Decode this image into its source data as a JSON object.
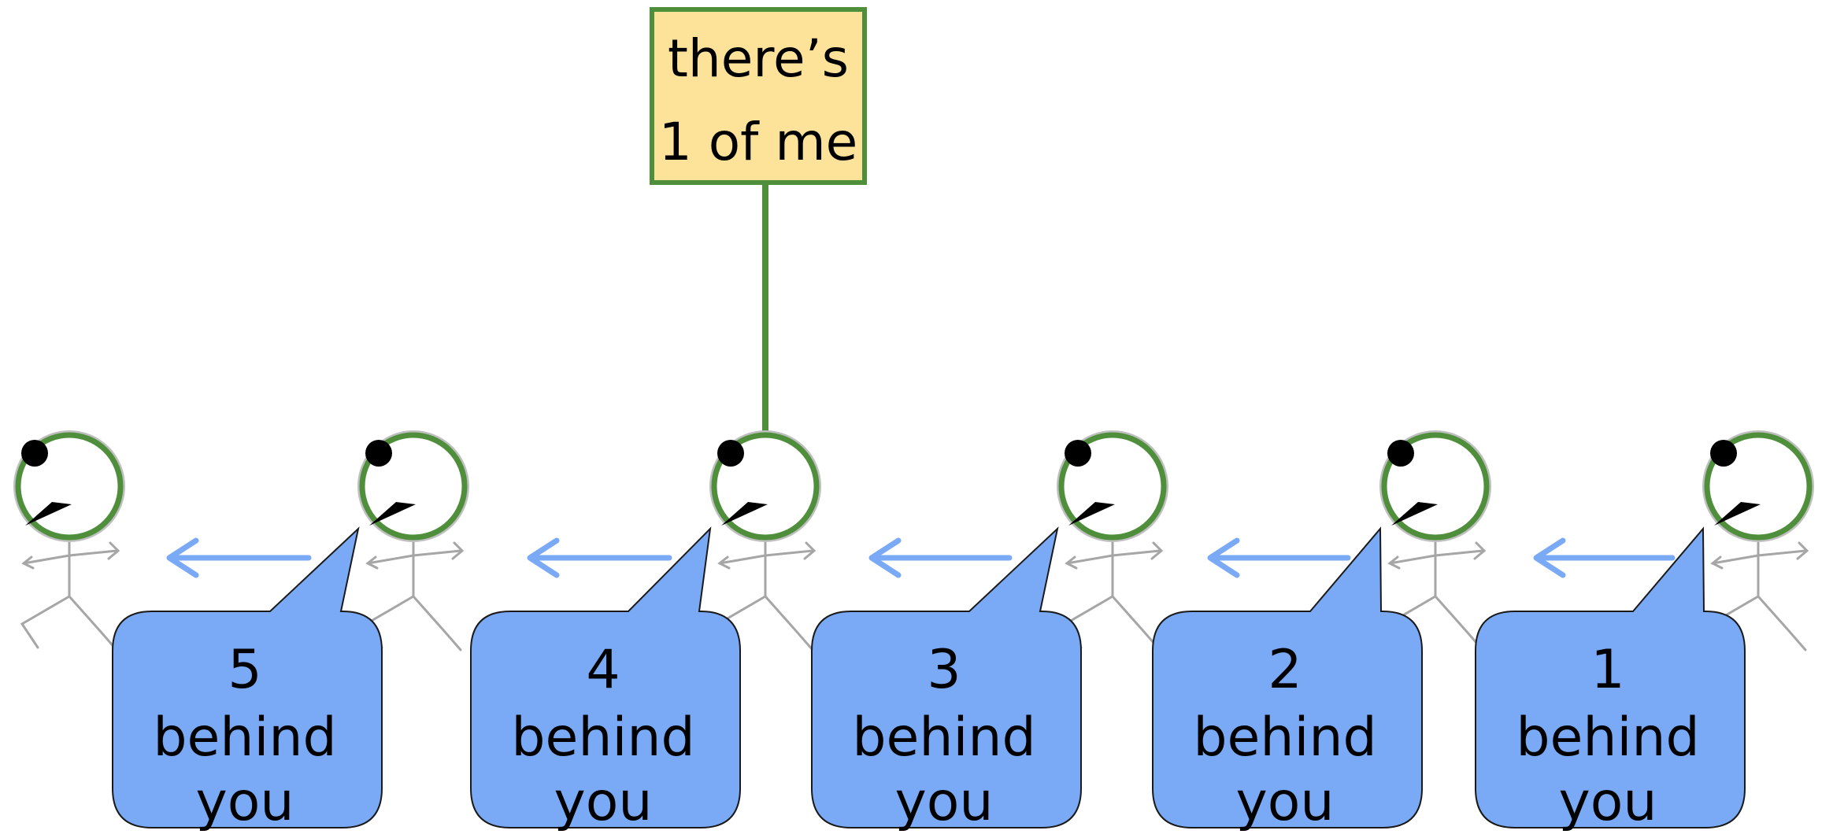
{
  "colors": {
    "background": "#ffffff",
    "head_ring": "#4f8f3c",
    "head_halo": "#bfbfbf",
    "stick_body": "#a6a6a6",
    "eye_and_beak": "#000000",
    "arrow": "#7aaaf5",
    "bubble_fill": "#7aaaf5",
    "bubble_stroke": "#1a1a1a",
    "sign_fill": "#fde29a",
    "sign_stroke": "#4f8f3c"
  },
  "sign": {
    "lines": [
      "there’s",
      "1 of me"
    ]
  },
  "figures": [
    {
      "id": "figure-1"
    },
    {
      "id": "figure-2"
    },
    {
      "id": "figure-3"
    },
    {
      "id": "figure-4"
    },
    {
      "id": "figure-5"
    },
    {
      "id": "figure-6"
    }
  ],
  "arrows": [
    {
      "id": "arrow-1",
      "direction": "left"
    },
    {
      "id": "arrow-2",
      "direction": "left"
    },
    {
      "id": "arrow-3",
      "direction": "left"
    },
    {
      "id": "arrow-4",
      "direction": "left"
    },
    {
      "id": "arrow-5",
      "direction": "left"
    }
  ],
  "bubbles": [
    {
      "number": "5",
      "word": "behind",
      "tail": "you"
    },
    {
      "number": "4",
      "word": "behind",
      "tail": "you"
    },
    {
      "number": "3",
      "word": "behind",
      "tail": "you"
    },
    {
      "number": "2",
      "word": "behind",
      "tail": "you"
    },
    {
      "number": "1",
      "word": "behind",
      "tail": "you"
    }
  ]
}
